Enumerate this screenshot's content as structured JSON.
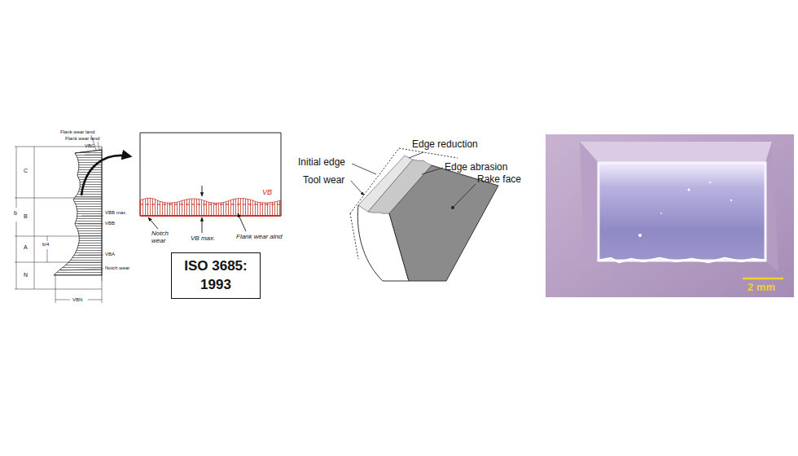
{
  "diagram": {
    "nodes": [
      {
        "text": [
          "ISO 3685: 1993"
        ]
      }
    ],
    "edges": [],
    "labels": [
      "Flank wear land",
      "Flank wear land",
      "VBC",
      "C",
      "B",
      "A",
      "N",
      "b",
      "b/4",
      "VBB max.",
      "VBB",
      "VBA",
      "Notch wear",
      "VBN",
      "VB",
      "Notch wear",
      "VB max.",
      "Flank wear alnd",
      "Edge reduction",
      "Edge abrasion",
      "Initial edge",
      "Rake face",
      "Tool wear",
      "2 mm"
    ]
  }
}
